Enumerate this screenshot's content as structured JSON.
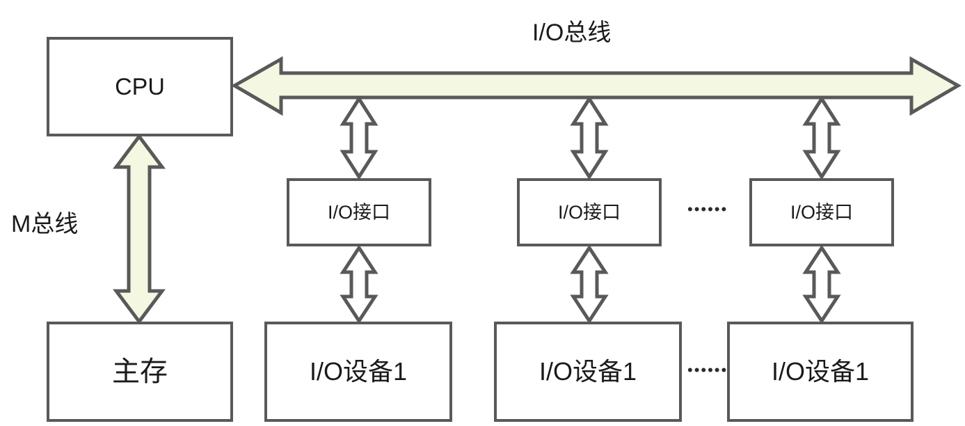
{
  "diagram": {
    "title": "I/O bus single-bus computer structure diagram",
    "colors": {
      "stroke": "#595959",
      "bus_fill": "#f4f7e1",
      "box_fill": "#ffffff",
      "text": "#1a1a1a"
    },
    "nodes": [
      {
        "id": "cpu",
        "label": "CPU"
      },
      {
        "id": "main_mem",
        "label": "主存"
      },
      {
        "id": "iface_1",
        "label": "I/O接口"
      },
      {
        "id": "iface_2",
        "label": "I/O接口"
      },
      {
        "id": "iface_3",
        "label": "I/O接口"
      },
      {
        "id": "device_1",
        "label": "I/O设备1"
      },
      {
        "id": "device_2",
        "label": "I/O设备1"
      },
      {
        "id": "device_3",
        "label": "I/O设备1"
      }
    ],
    "bus_labels": {
      "io_bus": "I/O总线",
      "m_bus": "M总线"
    },
    "ellipsis": {
      "interface_row": "••••••",
      "device_row": "••••••"
    },
    "connectors": [
      {
        "id": "io-bus-arrow",
        "type": "horizontal-double-arrow",
        "from": "cpu",
        "to": "bus-right-end"
      },
      {
        "id": "m-bus-arrow",
        "type": "vertical-double-arrow",
        "from": "cpu",
        "to": "main_mem"
      },
      {
        "id": "bus-to-iface-1",
        "type": "vertical-double-arrow",
        "from": "io_bus",
        "to": "iface_1"
      },
      {
        "id": "bus-to-iface-2",
        "type": "vertical-double-arrow",
        "from": "io_bus",
        "to": "iface_2"
      },
      {
        "id": "bus-to-iface-3",
        "type": "vertical-double-arrow",
        "from": "io_bus",
        "to": "iface_3"
      },
      {
        "id": "iface-1-to-device-1",
        "type": "vertical-double-arrow",
        "from": "iface_1",
        "to": "device_1"
      },
      {
        "id": "iface-2-to-device-2",
        "type": "vertical-double-arrow",
        "from": "iface_2",
        "to": "device_2"
      },
      {
        "id": "iface-3-to-device-3",
        "type": "vertical-double-arrow",
        "from": "iface_3",
        "to": "device_3"
      }
    ]
  }
}
